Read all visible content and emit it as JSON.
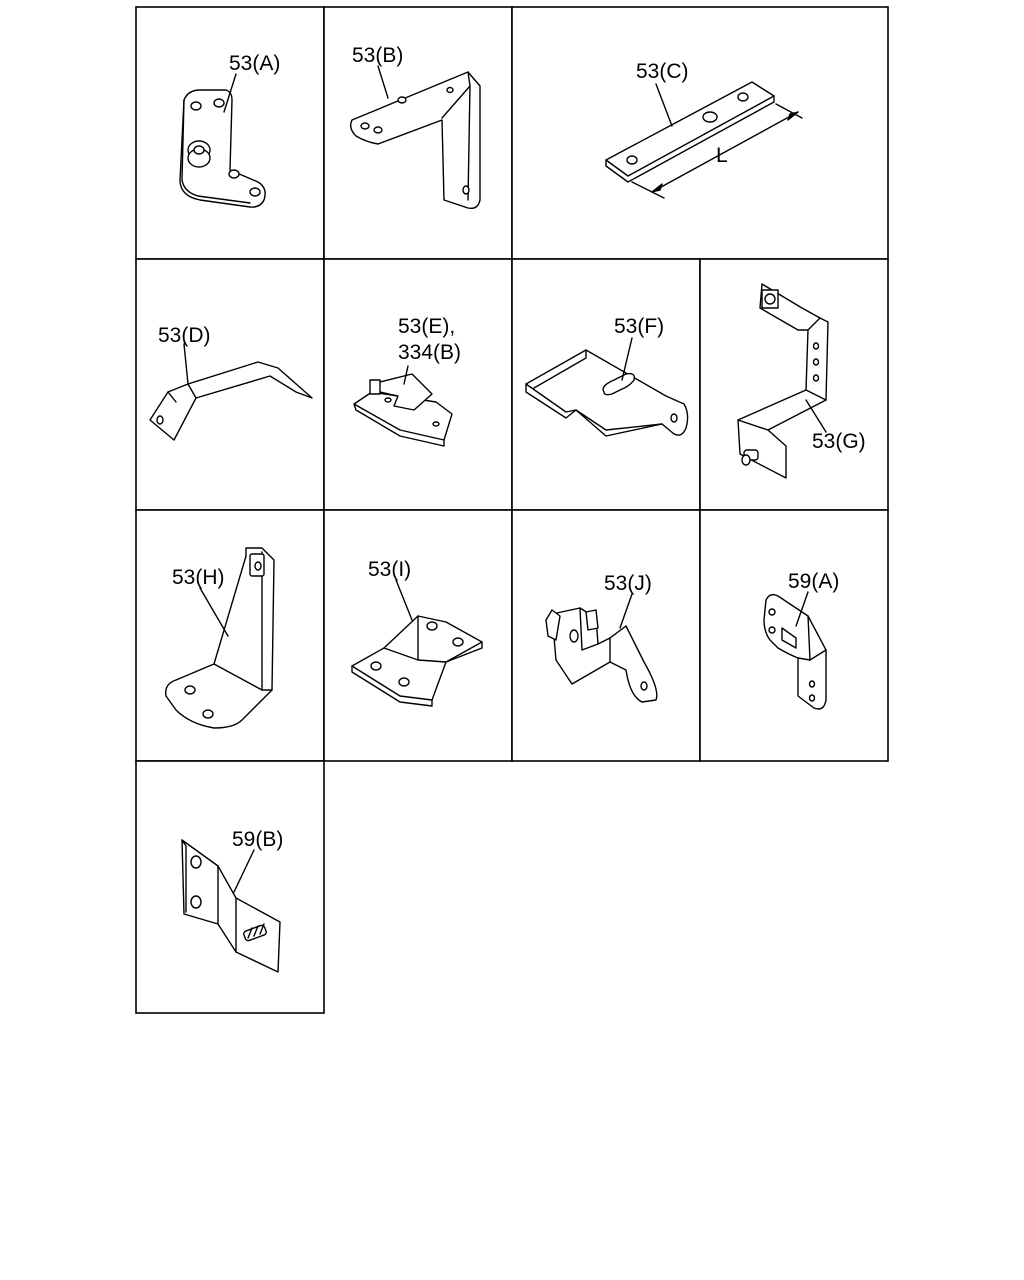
{
  "parts": [
    {
      "id": "a",
      "label": "53(A)"
    },
    {
      "id": "b",
      "label": "53(B)"
    },
    {
      "id": "c",
      "label": "53(C)",
      "dimension_label": "L"
    },
    {
      "id": "d",
      "label": "53(D)"
    },
    {
      "id": "e",
      "label": "53(E),",
      "label2": "334(B)"
    },
    {
      "id": "f",
      "label": "53(F)"
    },
    {
      "id": "g",
      "label": "53(G)"
    },
    {
      "id": "h",
      "label": "53(H)"
    },
    {
      "id": "i",
      "label": "53(I)"
    },
    {
      "id": "j",
      "label": "53(J)"
    },
    {
      "id": "k",
      "label": "59(A)"
    },
    {
      "id": "l",
      "label": "59(B)"
    }
  ]
}
